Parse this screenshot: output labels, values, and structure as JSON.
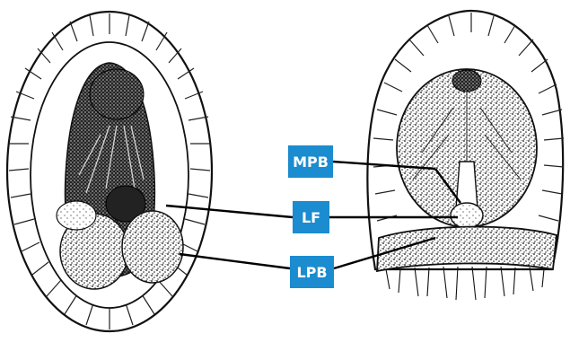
{
  "labels": {
    "mpb": "MPB",
    "lf": "LF",
    "lpb": "LPB"
  },
  "colors": {
    "label_box": "#1a8ccf",
    "line": "#000000",
    "ink": "#111111"
  }
}
